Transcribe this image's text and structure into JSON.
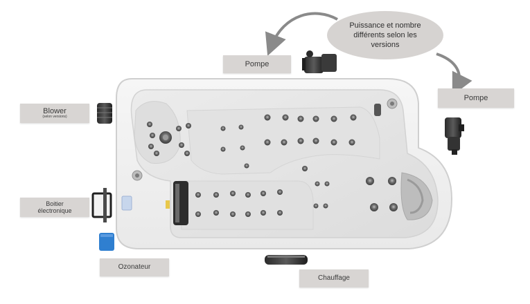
{
  "labels": {
    "pompe_top": "Pompe",
    "pompe_right": "Pompe",
    "bubble_text": "Puissance et nombre différents selon les versions",
    "blower": "Blower",
    "blower_note": "(selon versions)",
    "boitier_line1": "Boitier",
    "boitier_line2": "électronique",
    "ozonateur": "Ozonateur",
    "chauffage": "Chauffage"
  },
  "colors": {
    "label_bg": "#d8d5d3",
    "bubble_bg": "#d6d3d1",
    "tub_shell": "#f1f1f1",
    "tub_interior": "#e6e6e6",
    "jet_dark": "#6a6a6a",
    "ozonator_blue": "#2f7fd0",
    "control_yellow": "#e8c84a",
    "arrow": "#8a8a8a"
  }
}
